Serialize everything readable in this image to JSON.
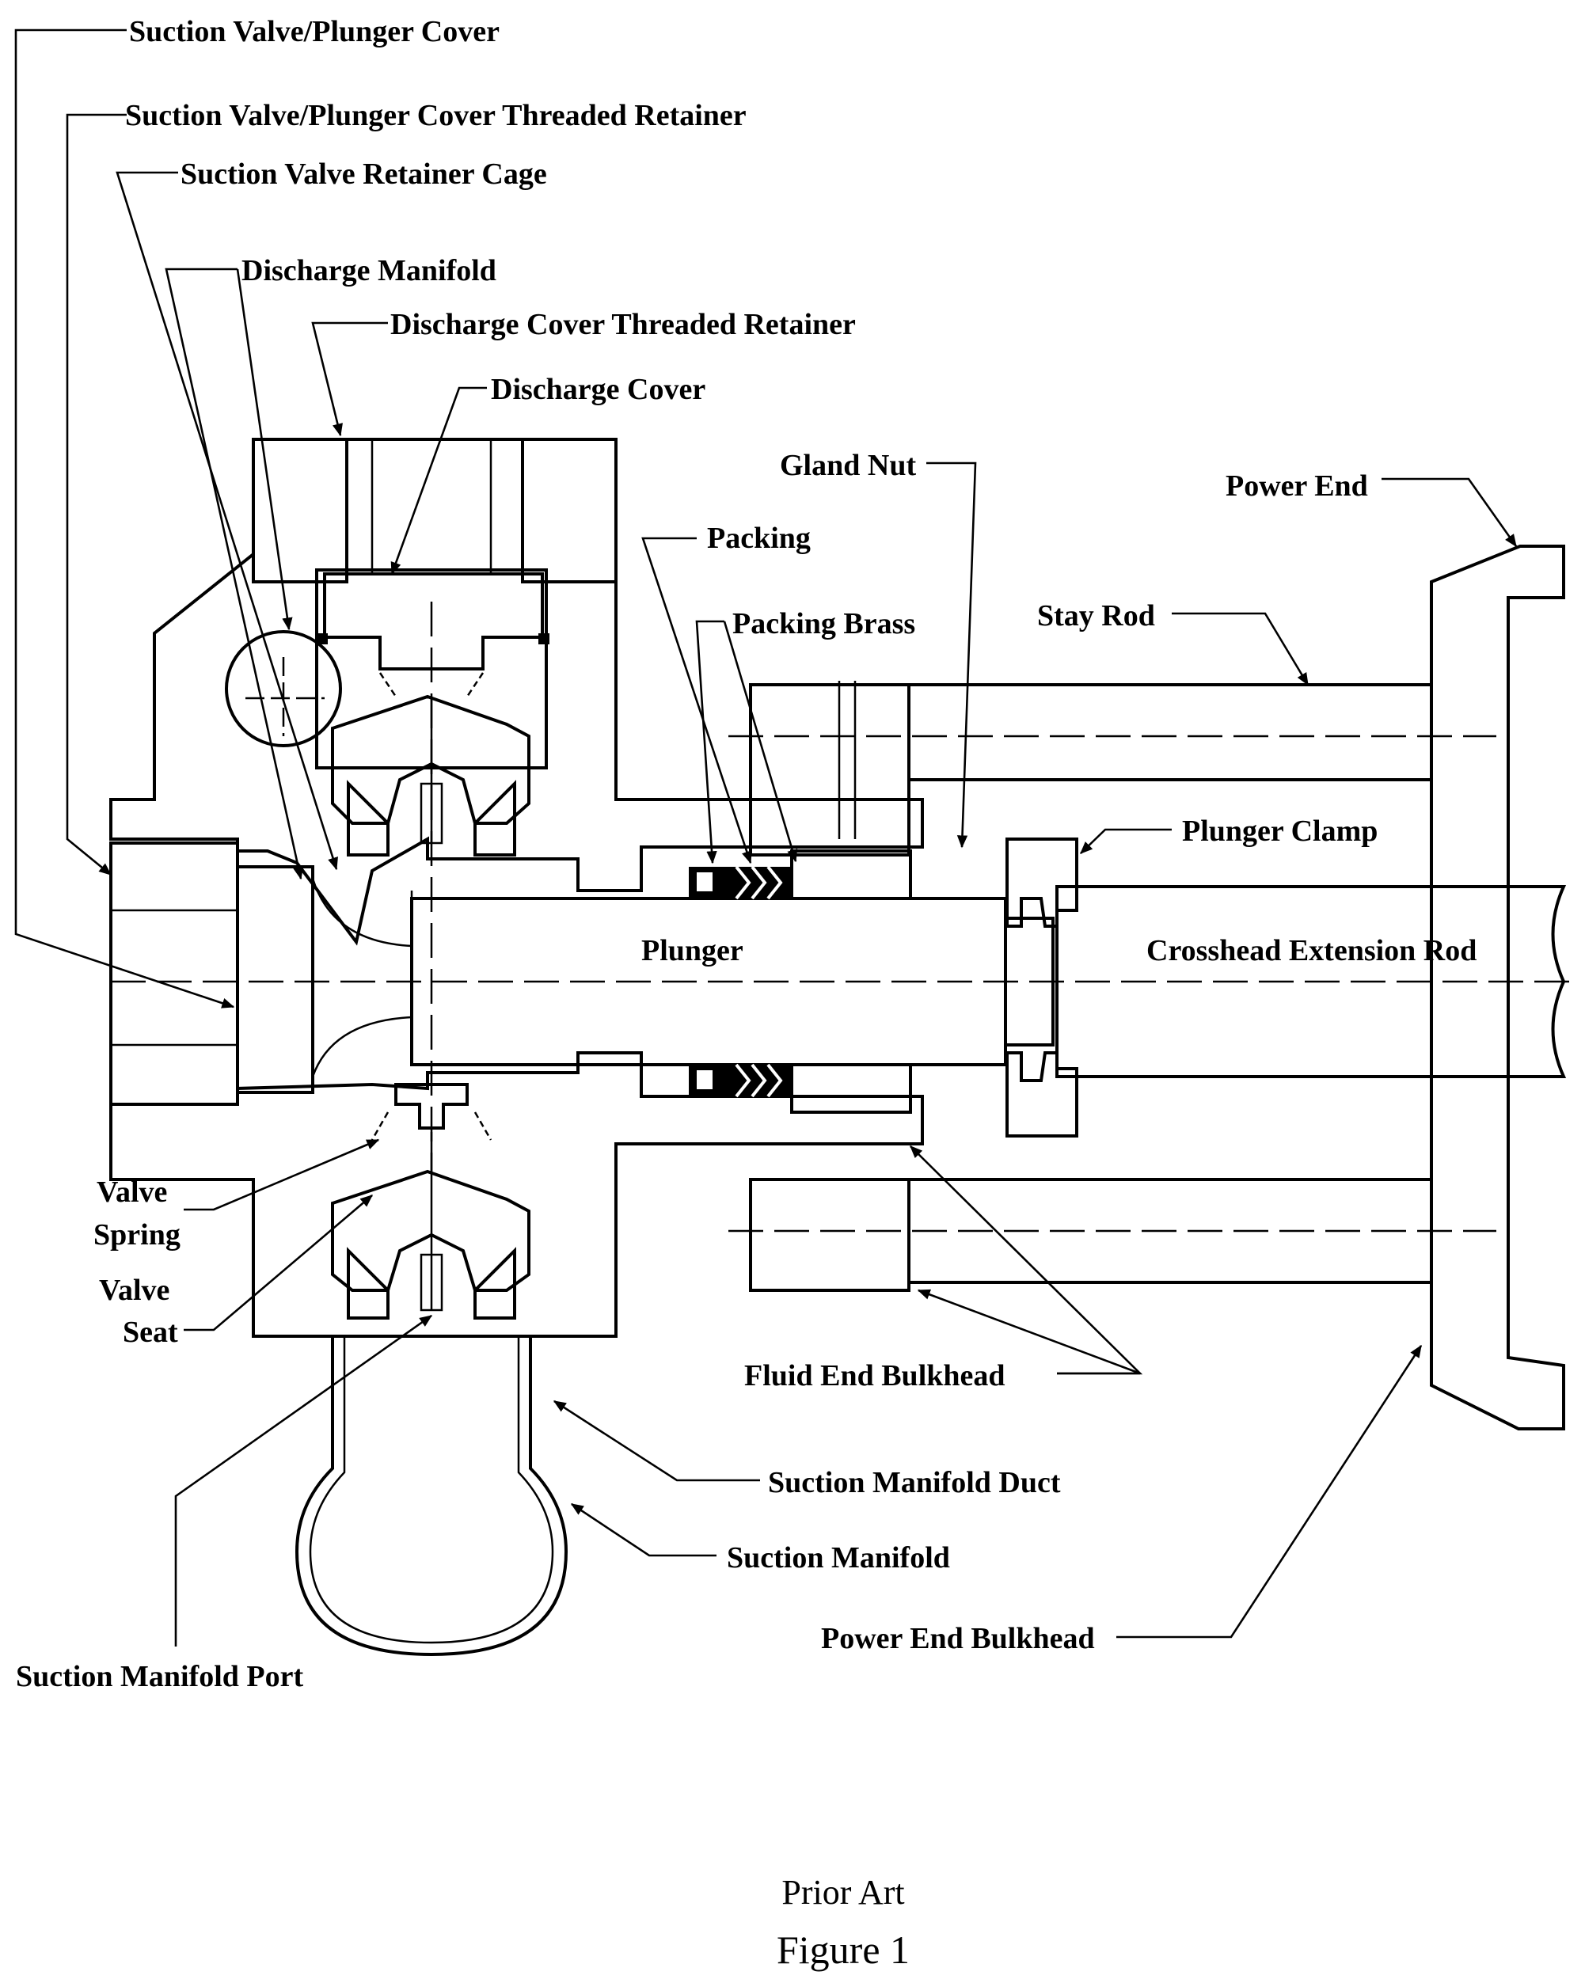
{
  "labels": {
    "suction_valve_plunger_cover": "Suction Valve/Plunger Cover",
    "suction_valve_plunger_cover_threaded_retainer": "Suction Valve/Plunger Cover Threaded Retainer",
    "suction_valve_retainer_cage": "Suction Valve Retainer Cage",
    "discharge_manifold": "Discharge Manifold",
    "discharge_cover_threaded_retainer": "Discharge Cover Threaded Retainer",
    "discharge_cover": "Discharge Cover",
    "gland_nut": "Gland Nut",
    "power_end": "Power End",
    "packing": "Packing",
    "packing_brass": "Packing Brass",
    "stay_rod": "Stay Rod",
    "plunger_clamp": "Plunger Clamp",
    "plunger": "Plunger",
    "crosshead_extension_rod": "Crosshead Extension Rod",
    "valve_spring_line1": "Valve",
    "valve_spring_line2": "Spring",
    "valve_seat_line1": "Valve",
    "valve_seat_line2": "Seat",
    "fluid_end_bulkhead": "Fluid End Bulkhead",
    "suction_manifold_duct": "Suction Manifold Duct",
    "suction_manifold": "Suction Manifold",
    "power_end_bulkhead": "Power End Bulkhead",
    "suction_manifold_port": "Suction Manifold Port"
  },
  "caption": {
    "line1": "Prior Art",
    "line2": "Figure 1"
  }
}
